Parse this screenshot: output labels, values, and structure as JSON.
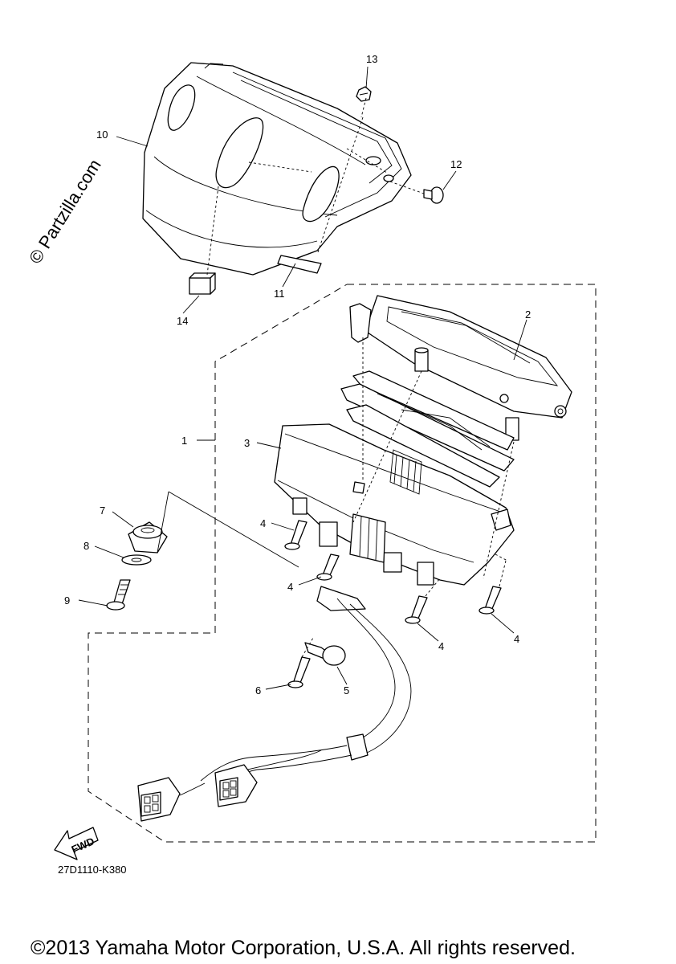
{
  "watermark": "© Partzilla.com",
  "diagram_code": "27D1110-K380",
  "fwd_label": "FWD",
  "copyright": "©2013 Yamaha Motor Corporation, U.S.A. All rights reserved.",
  "callouts": {
    "c1": "1",
    "c2": "2",
    "c3": "3",
    "c4a": "4",
    "c4b": "4",
    "c4c": "4",
    "c4d": "4",
    "c5": "5",
    "c6": "6",
    "c7": "7",
    "c8": "8",
    "c9": "9",
    "c10": "10",
    "c11": "11",
    "c12": "12",
    "c13": "13",
    "c14": "14"
  }
}
